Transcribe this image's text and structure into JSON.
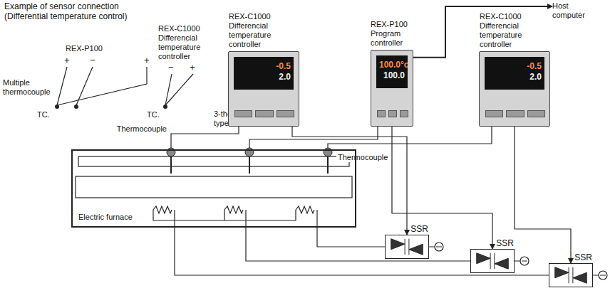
{
  "diagram": {
    "title": "Example of sensor connection (Differential temperature control)",
    "nodes": [
      {
        "text": [
          "REX-C1000 Differencial temperature controller",
          "-0.5",
          "2.0"
        ]
      },
      {
        "text": [
          "REX-P100 Program controller",
          "100.0°c",
          "100.0"
        ]
      },
      {
        "text": [
          "REX-C1000 Differencial temperature controller",
          "-0.5",
          "2.0"
        ]
      },
      {
        "text": [
          "Host computer"
        ]
      },
      {
        "text": [
          "SSR"
        ]
      },
      {
        "text": [
          "SSR"
        ]
      },
      {
        "text": [
          "SSR"
        ]
      },
      {
        "text": [
          "Electric furnace"
        ]
      }
    ],
    "edges": [
      {
        "from": 0,
        "to": 4,
        "arrow": "to"
      },
      {
        "from": 1,
        "to": 5,
        "arrow": "to"
      },
      {
        "from": 2,
        "to": 6,
        "arrow": "to"
      },
      {
        "from": 1,
        "to": 3,
        "arrow": "to"
      },
      {
        "from": 4,
        "to": 7,
        "arrow": "none"
      },
      {
        "from": 5,
        "to": 7,
        "arrow": "none"
      },
      {
        "from": 6,
        "to": 7,
        "arrow": "none"
      }
    ],
    "labels": [
      "REX-P100",
      "+",
      "−",
      "+",
      "REX-C1000 Differencial temperature controller",
      "−",
      "+",
      "Multiple thermocouple",
      "TC.",
      "TC.",
      "Thermocouple",
      "3-thermocouple type",
      "Thermocouple"
    ]
  }
}
